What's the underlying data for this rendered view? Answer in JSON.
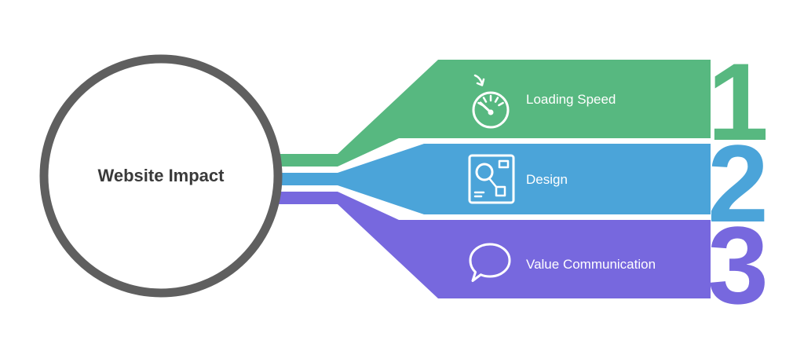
{
  "title": "Website Impact",
  "items": [
    {
      "label": "Loading Speed",
      "number": "1",
      "color": "#57b880",
      "icon": "speedometer-icon"
    },
    {
      "label": "Design",
      "number": "2",
      "color": "#4ba4d9",
      "icon": "design-icon"
    },
    {
      "label": "Value Communication",
      "number": "3",
      "color": "#7768de",
      "icon": "speech-bubble-icon"
    }
  ],
  "colors": {
    "background": "#ffffff",
    "circle_stroke": "#5f5f5f",
    "circle_fill": "#ffffff",
    "title_text": "#3a3a3a",
    "label_text": "#ffffff"
  }
}
